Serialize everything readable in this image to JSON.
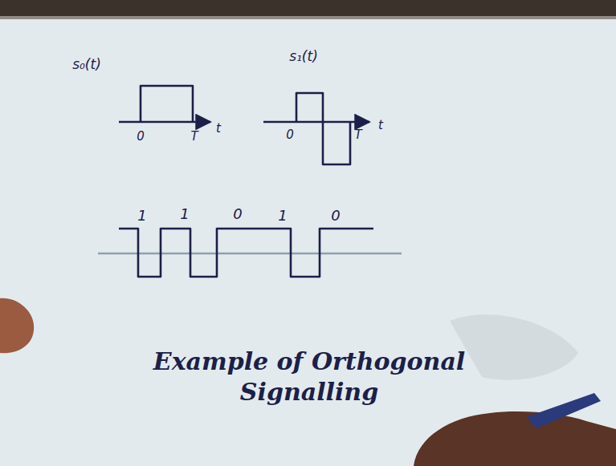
{
  "diagram": {
    "caption": "Example of Orthogonal Signalling",
    "labels": [
      "s₀(t)",
      "0",
      "T",
      "t",
      "s₁(t)",
      "0",
      "T",
      "t",
      "1",
      "1",
      "0",
      "1",
      "0"
    ]
  }
}
